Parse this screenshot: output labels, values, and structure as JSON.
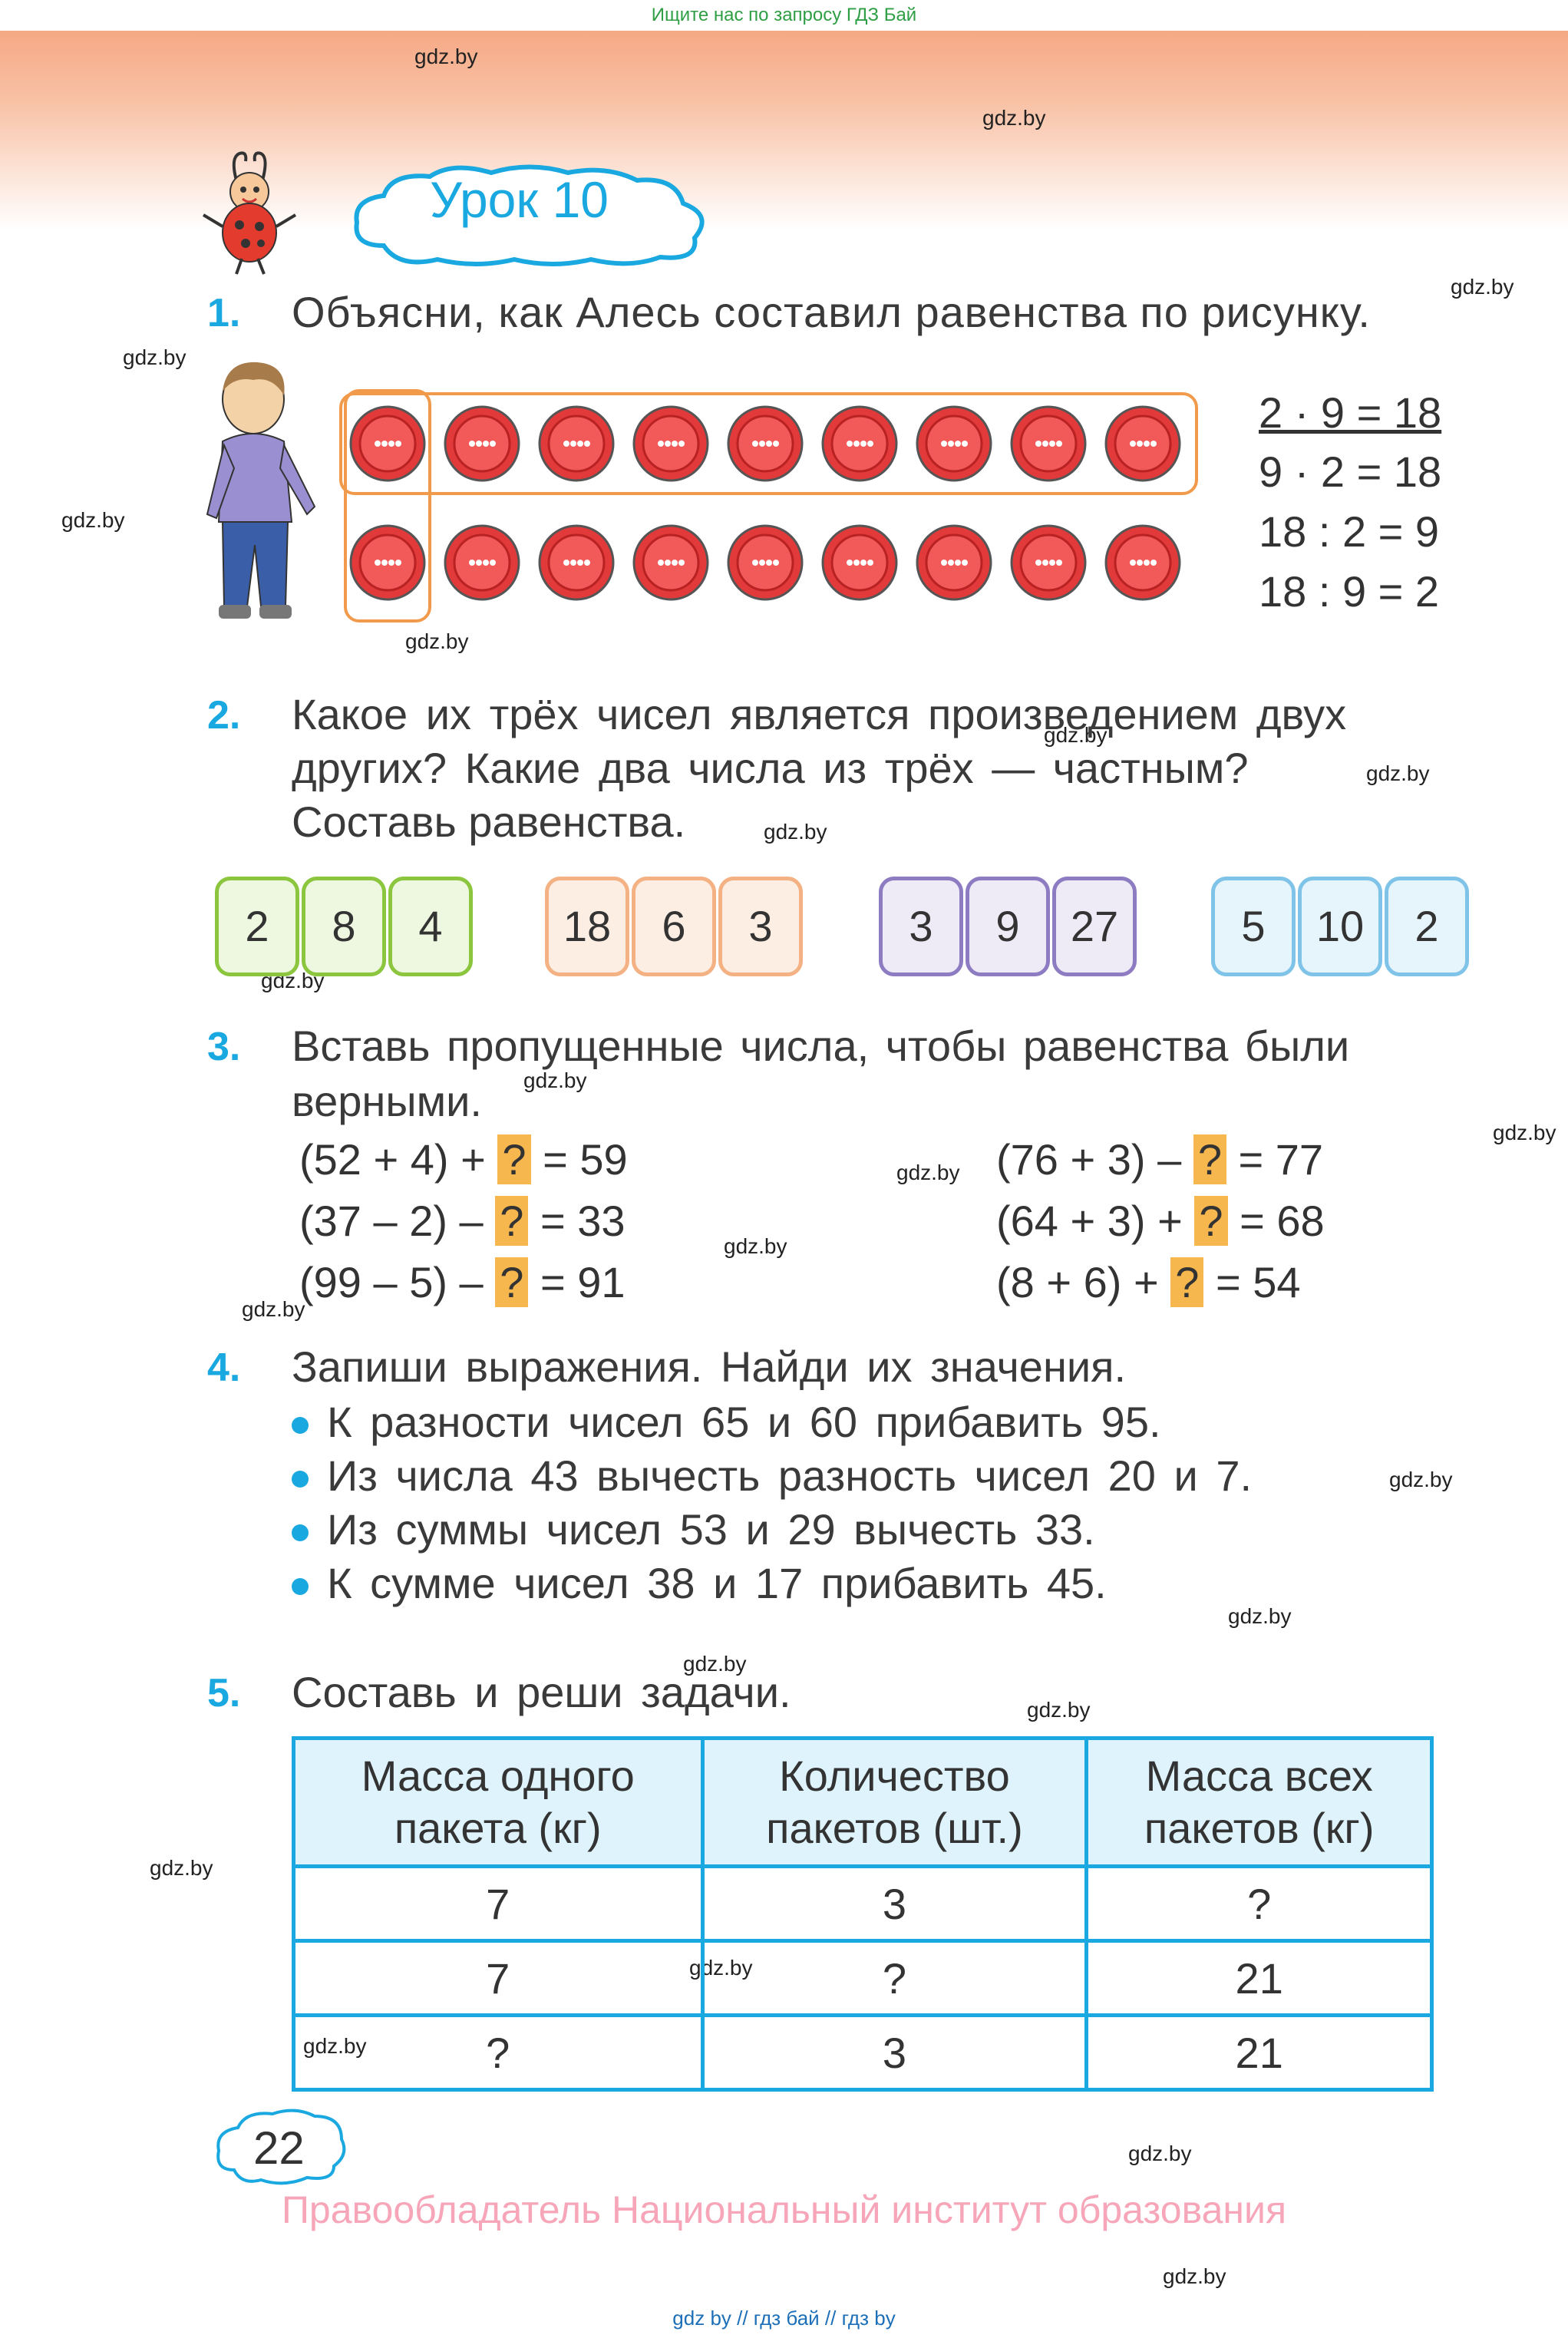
{
  "banner": "Ищите нас по запросу ГДЗ Бай",
  "watermark": "gdz.by",
  "lesson_title": "Урок 10",
  "ex1": {
    "num": "1.",
    "text": "Объясни, как Алесь составил равенства по рисунку.",
    "equations": [
      "2 · 9 = 18",
      "9 · 2 = 18",
      "18 : 2 = 9",
      "18 : 9 = 2"
    ]
  },
  "ex2": {
    "num": "2.",
    "lines": [
      "Какое их трёх чисел является произведением двух",
      "других? Какие два числа из трёх — частным?",
      "Составь равенства."
    ],
    "groups": [
      {
        "color": "#8cc63f",
        "bg": "#eef7df",
        "numbers": [
          "2",
          "8",
          "4"
        ]
      },
      {
        "color": "#f4b183",
        "bg": "#fdeee3",
        "numbers": [
          "18",
          "6",
          "3"
        ]
      },
      {
        "color": "#8e7cc3",
        "bg": "#eeebf7",
        "numbers": [
          "3",
          "9",
          "27"
        ]
      },
      {
        "color": "#7fc4e8",
        "bg": "#e6f4fb",
        "numbers": [
          "5",
          "10",
          "2"
        ]
      }
    ]
  },
  "ex3": {
    "num": "3.",
    "lines": [
      "Вставь пропущенные числа, чтобы равенства были",
      "верными."
    ],
    "q": "?",
    "left": [
      {
        "pre": "(52 + 4) + ",
        "post": " = 59"
      },
      {
        "pre": "(37 – 2) – ",
        "post": " = 33"
      },
      {
        "pre": "(99 – 5) – ",
        "post": " = 91"
      }
    ],
    "right": [
      {
        "pre": "(76 + 3) – ",
        "post": " = 77"
      },
      {
        "pre": "(64 + 3) + ",
        "post": " = 68"
      },
      {
        "pre": "(8 + 6) + ",
        "post": " = 54"
      }
    ]
  },
  "ex4": {
    "num": "4.",
    "text": "Запиши выражения. Найди их значения.",
    "bullets": [
      "К разности чисел 65 и 60 прибавить 95.",
      "Из числа 43 вычесть разность чисел 20 и 7.",
      "Из суммы чисел 53 и 29 вычесть 33.",
      "К сумме чисел 38 и 17 прибавить 45."
    ]
  },
  "ex5": {
    "num": "5.",
    "text": "Составь и реши задачи.",
    "headers": [
      [
        "Масса одного",
        "пакета (кг)"
      ],
      [
        "Количество",
        "пакетов (шт.)"
      ],
      [
        "Масса всех",
        "пакетов (кг)"
      ]
    ],
    "rows": [
      [
        "7",
        "3",
        "?"
      ],
      [
        "7",
        "?",
        "21"
      ],
      [
        "?",
        "3",
        "21"
      ]
    ]
  },
  "page_number": "22",
  "copyright": "Правообладатель Национальный институт образования",
  "footer_links": "gdz by  //  гдз бай  //  гдз by"
}
